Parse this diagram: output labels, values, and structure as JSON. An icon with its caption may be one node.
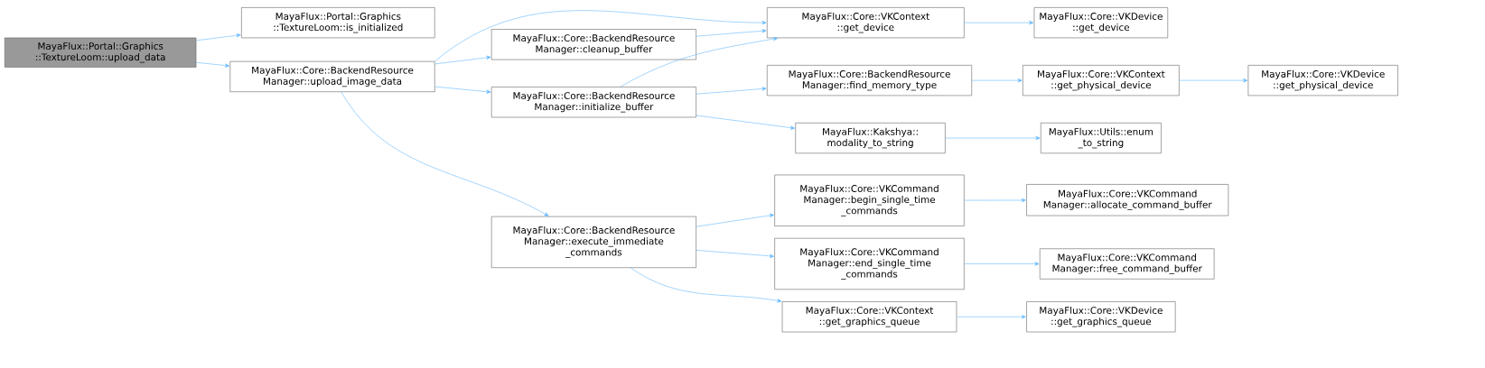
{
  "diagram": {
    "nodes": [
      {
        "text": [
          "MayaFlux::Portal::Graphics ::TextureLoom::upload_data"
        ]
      },
      {
        "text": [
          "MayaFlux::Portal::Graphics ::TextureLoom::is_initialized"
        ]
      },
      {
        "text": [
          "MayaFlux::Core::BackendResource Manager::upload_image_data"
        ]
      },
      {
        "text": [
          "MayaFlux::Core::BackendResource Manager::cleanup_buffer"
        ]
      },
      {
        "text": [
          "MayaFlux::Core::BackendResource Manager::initialize_buffer"
        ]
      },
      {
        "text": [
          "MayaFlux::Core::BackendResource Manager::execute_immediate _commands"
        ]
      },
      {
        "text": [
          "MayaFlux::Core::VKContext ::get_device"
        ]
      },
      {
        "text": [
          "MayaFlux::Core::BackendResource Manager::find_memory_type"
        ]
      },
      {
        "text": [
          "MayaFlux::Kakshya:: modality_to_string"
        ]
      },
      {
        "text": [
          "MayaFlux::Core::VKCommand Manager::begin_single_time _commands"
        ]
      },
      {
        "text": [
          "MayaFlux::Core::VKCommand Manager::end_single_time _commands"
        ]
      },
      {
        "text": [
          "MayaFlux::Core::VKContext ::get_graphics_queue"
        ]
      },
      {
        "text": [
          "MayaFlux::Core::VKDevice ::get_device"
        ]
      },
      {
        "text": [
          "MayaFlux::Core::VKContext ::get_physical_device"
        ]
      },
      {
        "text": [
          "MayaFlux::Utils::enum _to_string"
        ]
      },
      {
        "text": [
          "MayaFlux::Core::VKCommand Manager::allocate_command_buffer"
        ]
      },
      {
        "text": [
          "MayaFlux::Core::VKCommand Manager::free_command_buffer"
        ]
      },
      {
        "text": [
          "MayaFlux::Core::VKDevice ::get_graphics_queue"
        ]
      },
      {
        "text": [
          "MayaFlux::Core::VKDevice ::get_physical_device"
        ]
      }
    ],
    "edges": [
      {
        "from": 0,
        "to": 1,
        "arrow": "to"
      },
      {
        "from": 0,
        "to": 2,
        "arrow": "to"
      },
      {
        "from": 2,
        "to": 6,
        "arrow": "to"
      },
      {
        "from": 2,
        "to": 3,
        "arrow": "to"
      },
      {
        "from": 2,
        "to": 4,
        "arrow": "to"
      },
      {
        "from": 2,
        "to": 5,
        "arrow": "to"
      },
      {
        "from": 3,
        "to": 6,
        "arrow": "to"
      },
      {
        "from": 4,
        "to": 6,
        "arrow": "to"
      },
      {
        "from": 4,
        "to": 7,
        "arrow": "to"
      },
      {
        "from": 4,
        "to": 8,
        "arrow": "to"
      },
      {
        "from": 6,
        "to": 12,
        "arrow": "to"
      },
      {
        "from": 7,
        "to": 13,
        "arrow": "to"
      },
      {
        "from": 13,
        "to": 18,
        "arrow": "to"
      },
      {
        "from": 8,
        "to": 14,
        "arrow": "to"
      },
      {
        "from": 5,
        "to": 9,
        "arrow": "to"
      },
      {
        "from": 5,
        "to": 10,
        "arrow": "to"
      },
      {
        "from": 5,
        "to": 11,
        "arrow": "to"
      },
      {
        "from": 9,
        "to": 15,
        "arrow": "to"
      },
      {
        "from": 10,
        "to": 16,
        "arrow": "to"
      },
      {
        "from": 11,
        "to": 17,
        "arrow": "to"
      }
    ]
  }
}
